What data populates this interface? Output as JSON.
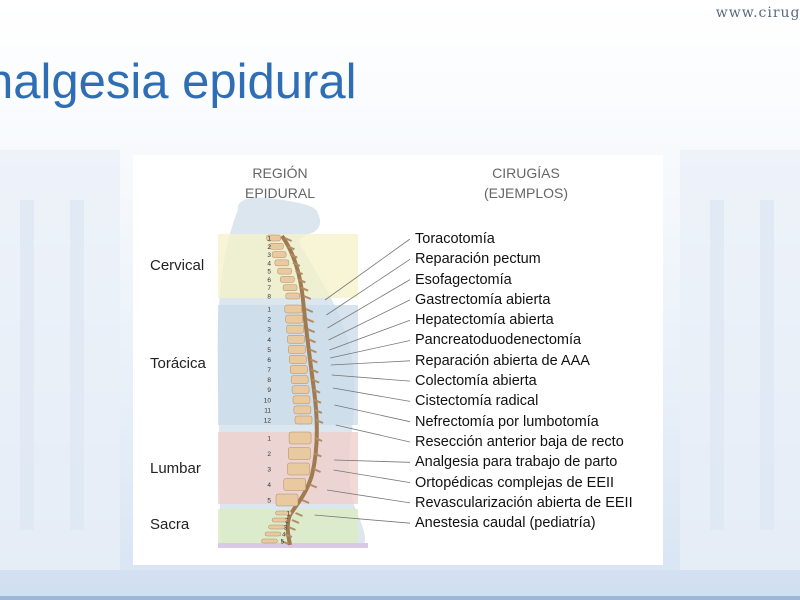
{
  "header": {
    "url": "www.cirugi",
    "title": "nalgesia epidural"
  },
  "diagram": {
    "col_region_line1": "REGIÓN",
    "col_region_line2": "EPIDURAL",
    "col_surgery_line1": "CIRUGÍAS",
    "col_surgery_line2": "(EJEMPLOS)",
    "regions": {
      "cervical": "Cervical",
      "thoracic": "Torácica",
      "lumbar": "Lumbar",
      "sacral": "Sacra"
    },
    "cervical_numbers": [
      "1",
      "2",
      "3",
      "4",
      "5",
      "6",
      "7",
      "8"
    ],
    "thoracic_numbers": [
      "1",
      "2",
      "3",
      "4",
      "5",
      "6",
      "7",
      "8",
      "9",
      "10",
      "11",
      "12"
    ],
    "lumbar_numbers": [
      "1",
      "2",
      "3",
      "4",
      "5"
    ],
    "sacral_numbers": [
      "1",
      "2",
      "3",
      "4",
      "5"
    ],
    "surgeries": [
      "Toracotomía",
      "Reparación pectum",
      "Esofagectomía",
      "Gastrectomía abierta",
      "Hepatectomía abierta",
      "Pancreatoduodenectomía",
      "Reparación abierta de AAA",
      "Colectomía abierta",
      "Cistectomía radical",
      "Nefrectomía por lumbotomía",
      "Resección anterior baja de recto",
      "Analgesia para trabajo de parto",
      "Ortopédicas complejas de EEII",
      "Revascularización abierta de EEII",
      "Anestesia caudal (pediatría)"
    ],
    "colors": {
      "cervical": "#f6f1c8",
      "thoracic": "#c9dbe9",
      "lumbar": "#f0cfcc",
      "sacral": "#dcebc6",
      "vertebra": "#e8c9a0",
      "title": "#2f6db5"
    }
  }
}
